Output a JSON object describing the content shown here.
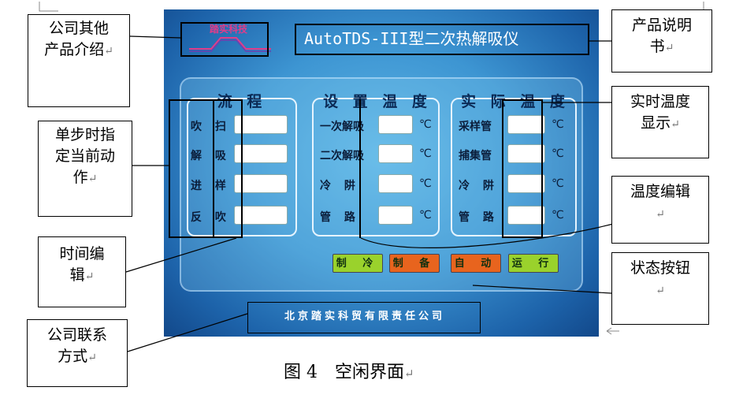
{
  "screen": {
    "logo_text": "踏实科技",
    "title": "AutoTDS-III型二次热解吸仪",
    "footer": "北京踏实科贸有限责任公司"
  },
  "flow": {
    "title": "流 程",
    "rows": [
      "吹 扫",
      "解 吸",
      "进 样",
      "反 吹"
    ]
  },
  "set_temp": {
    "title": "设 置 温 度",
    "rows": [
      "一次解吸",
      "二次解吸",
      "冷 阱",
      "管 路"
    ],
    "unit": "℃"
  },
  "actual_temp": {
    "title": "实 际 温 度",
    "rows": [
      "采样管",
      "捕集管",
      "冷 阱",
      "管 路"
    ],
    "unit": "℃"
  },
  "buttons": [
    {
      "label": "制 冷",
      "color": "#9ad22c"
    },
    {
      "label": "制 备",
      "color": "#e8641e"
    },
    {
      "label": "自 动",
      "color": "#e8641e"
    },
    {
      "label": "运 行",
      "color": "#9ad22c"
    }
  ],
  "callouts": {
    "company_products": "公司其他产品介绍",
    "manual": "产品说明书",
    "step_time": "单步时指定当前动作",
    "time_edit": "时间编辑",
    "contact": "公司联系方式",
    "realtime_temp": "实时温度显示",
    "temp_edit": "温度编辑",
    "status_buttons": "状态按钮",
    "return_mark": "↵"
  },
  "caption": "图 4　空闲界面"
}
